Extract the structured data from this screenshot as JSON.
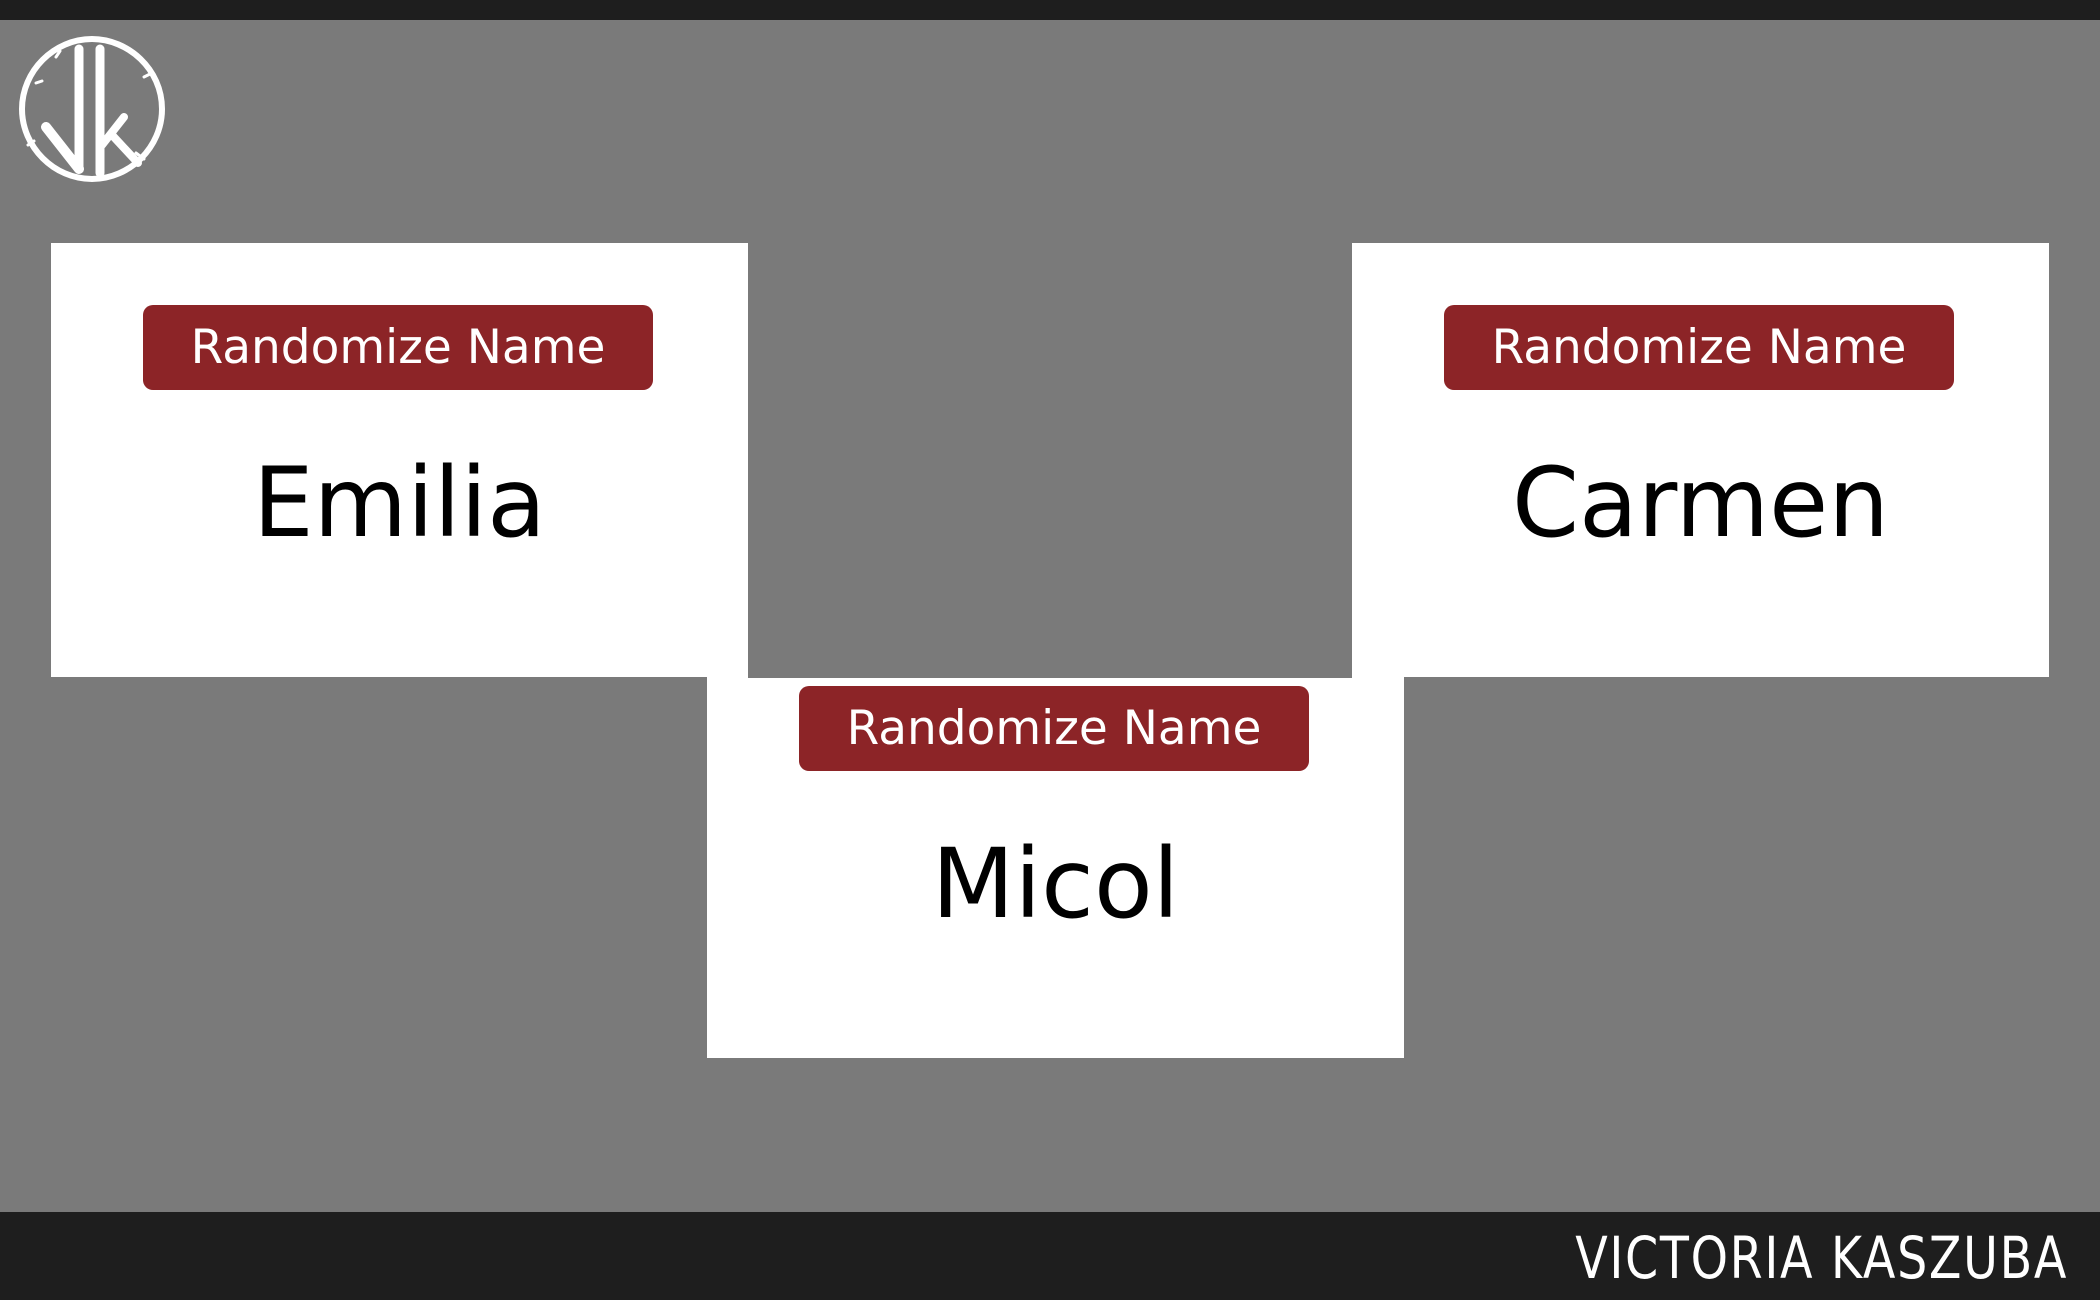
{
  "cards": [
    {
      "button_label": "Randomize Name",
      "name": "Emilia"
    },
    {
      "button_label": "Randomize Name",
      "name": "Carmen"
    },
    {
      "button_label": "Randomize Name",
      "name": "Micol"
    }
  ],
  "footer": {
    "author": "VICTORIA KASZUBA"
  },
  "logo": {
    "icon": "vk-monogram-logo"
  },
  "colors": {
    "background": "#7a7a7a",
    "bar": "#1e1e1e",
    "button": "#8c2427",
    "card": "#ffffff"
  }
}
